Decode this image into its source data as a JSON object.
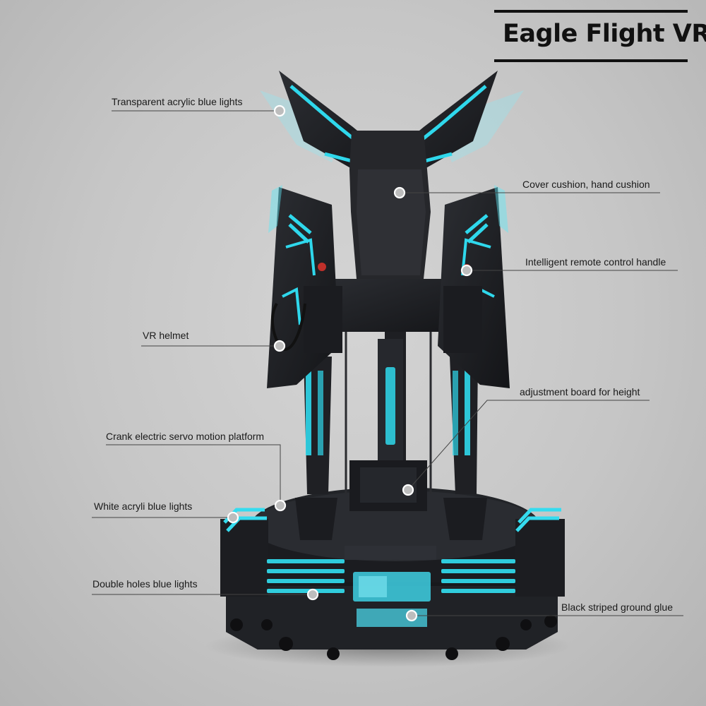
{
  "title": "Eagle Flight VR",
  "callouts": {
    "acrylic_lights": "Transparent acrylic blue lights",
    "cover_cushion": "Cover cushion, hand cushion",
    "remote_handle": "Intelligent remote control handle",
    "vr_helmet": "VR helmet",
    "height_board": "adjustment board for height",
    "servo_platform": "Crank electric servo motion platform",
    "white_acryli": "White acryli blue lights",
    "double_holes": "Double holes blue lights",
    "ground_glue": "Black striped ground glue"
  },
  "colors": {
    "accent_cyan": "#1fd3e6",
    "body_black": "#1a1b1e",
    "panel_dark": "#26282c"
  }
}
